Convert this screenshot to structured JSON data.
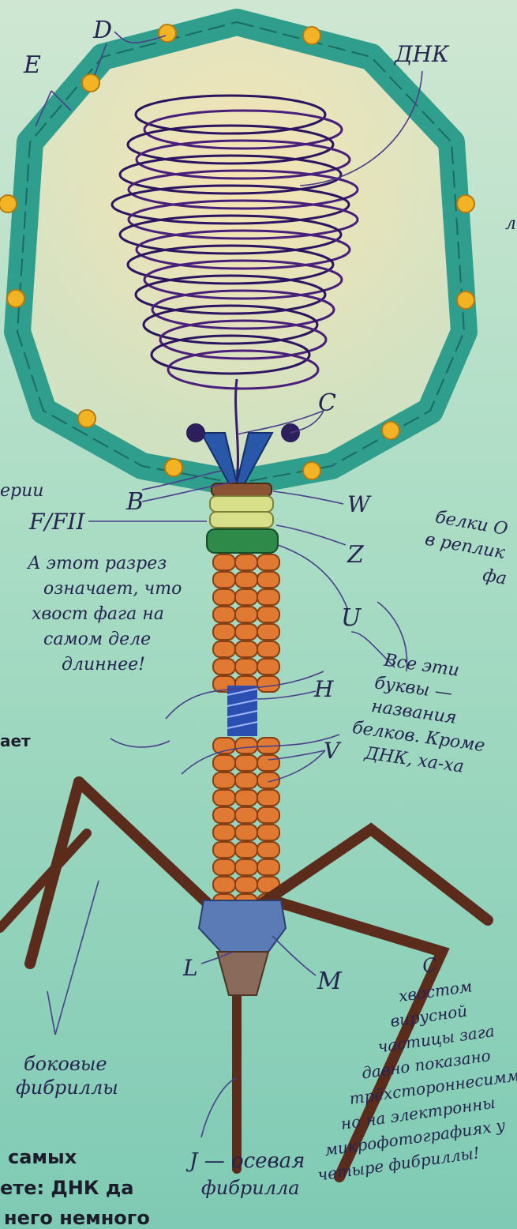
{
  "labels": {
    "D": "D",
    "E": "E",
    "dna": "ДНК",
    "C": "C",
    "B": "B",
    "W": "W",
    "F": "F/FII",
    "Z": "Z",
    "U": "U",
    "H": "H",
    "V": "V",
    "L": "L",
    "M": "M",
    "J": "J — осевая",
    "J2": "фибрилла",
    "side1": "боковые",
    "side2": "фибриллы"
  },
  "notes": {
    "cut": [
      "А этот разрез",
      "означает, что",
      "хвост фага на",
      "самом деле",
      "длиннее!"
    ],
    "letters": [
      "Все эти",
      "буквы —",
      "названия",
      "белков. Кроме",
      "ДНК, ха-ха"
    ],
    "left_frag1": "ерии",
    "left_frag2": "ает",
    "right_top_frag": "л",
    "right_mid": [
      "белки O",
      "в реплик",
      "фа"
    ],
    "right_bottom": [
      "С",
      "хвостом",
      "вирусной",
      "частицы зага",
      "давно показано",
      "трёхстороннесимм",
      "но на электронны",
      "микрофотографиях у",
      "четыре фибриллы!"
    ],
    "bottom_left": [
      "самых",
      "ете: ДНК да",
      "него немного"
    ]
  },
  "colors": {
    "bg_top": "#f6e8b8",
    "bg_bottom": "#7fcab4",
    "capsid": "#2f9e8c",
    "capsid_dark": "#1b6b60",
    "dot": "#f2b324",
    "dna": "#3a1a6e",
    "tail": "#e07a32",
    "fibril": "#6b3524",
    "collar_green": "#2d8a48",
    "collar_yellow": "#d7e089",
    "baseplate": "#5a7bb5",
    "inner_tube": "#2b4fb0"
  },
  "icons": {
    "capsid": "phage-capsid-icon",
    "dna": "dna-coil-icon",
    "tail": "contractile-tail-icon",
    "fibrils": "tail-fibril-icon"
  }
}
